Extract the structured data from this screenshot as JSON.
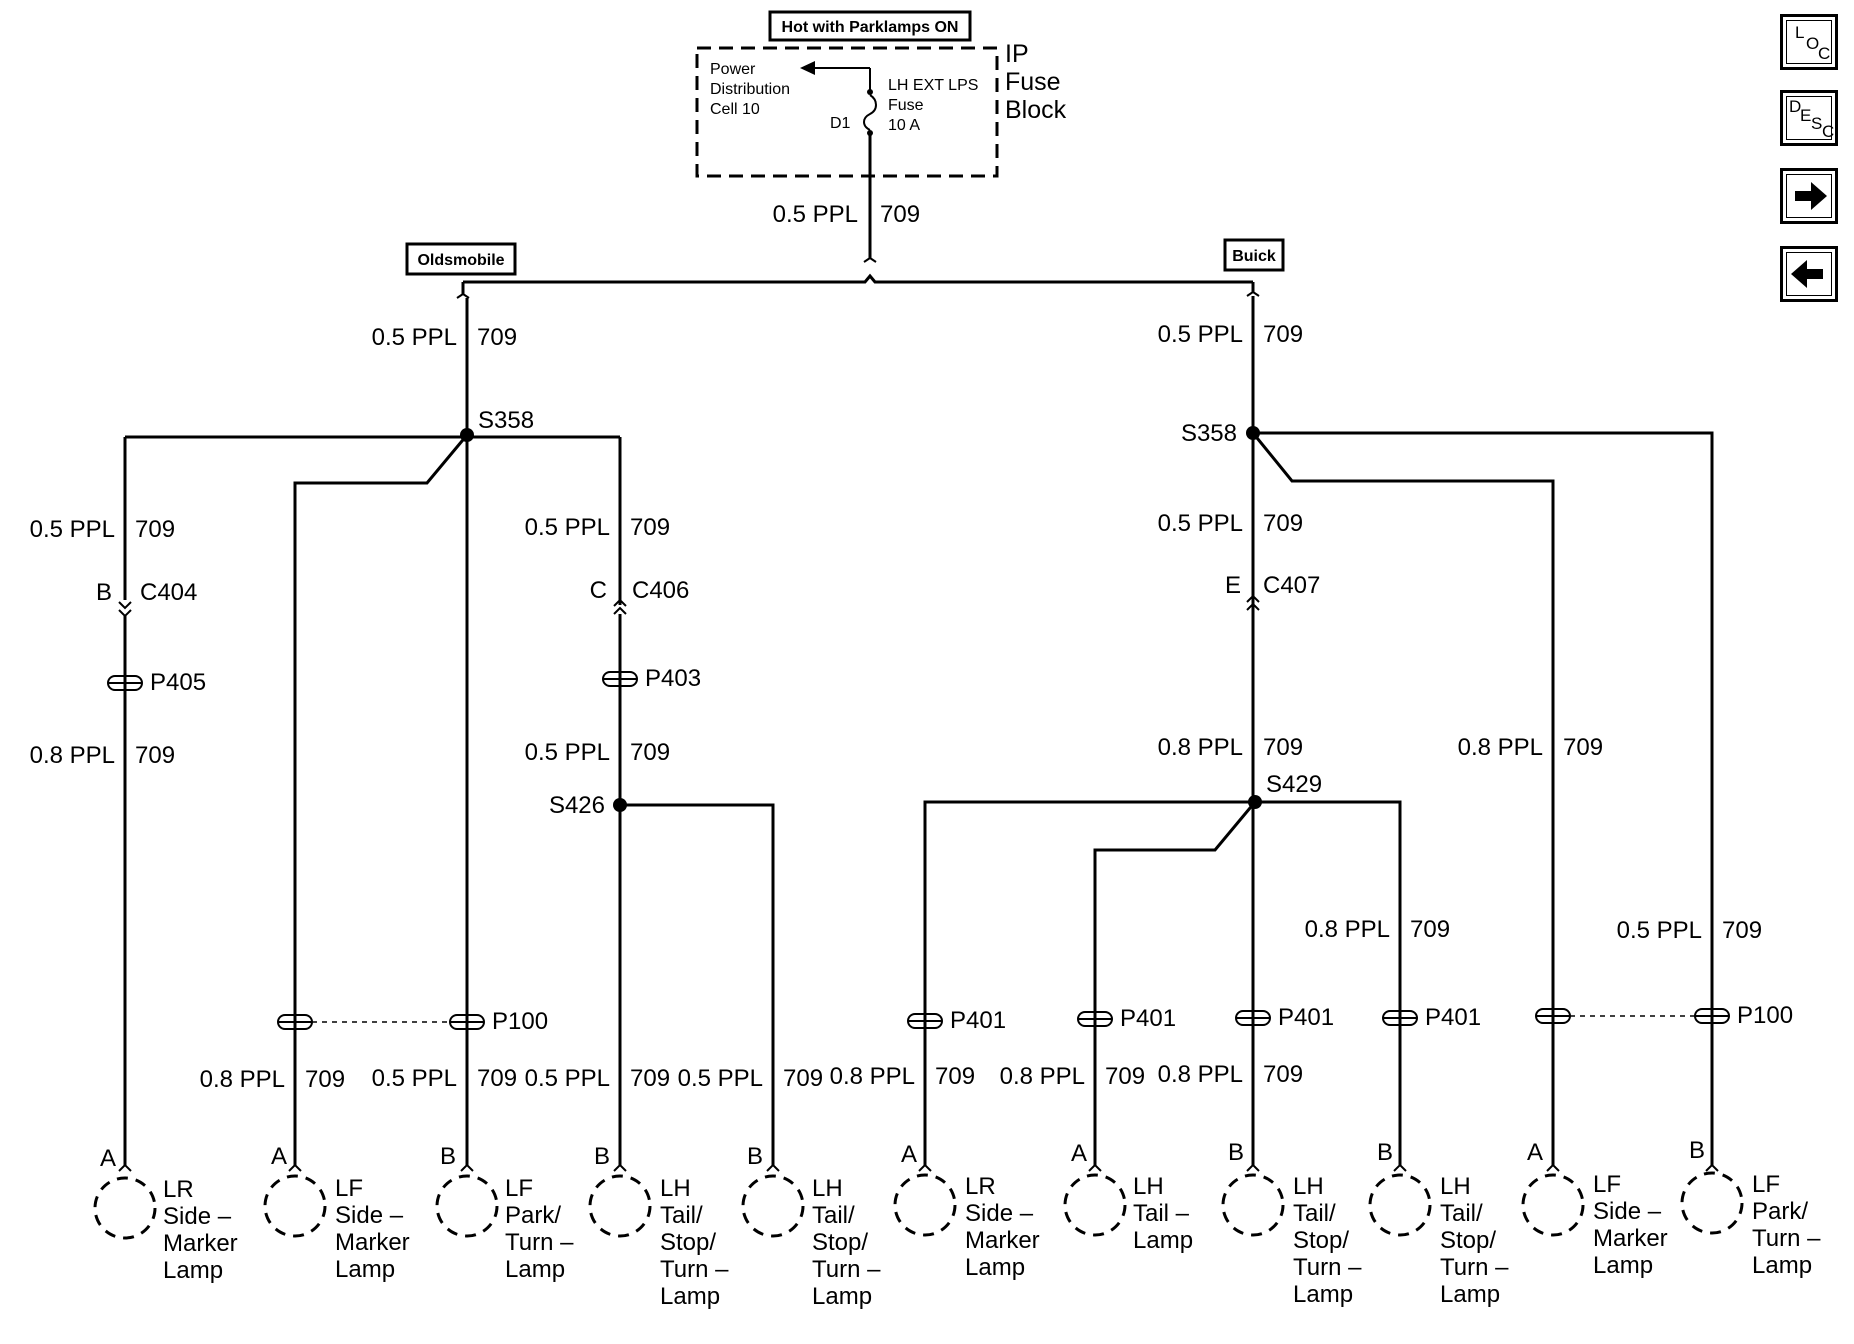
{
  "header_box": "Hot with Parklamps ON",
  "fuse_block": {
    "title": [
      "IP",
      "Fuse",
      "Block"
    ],
    "source": [
      "Power",
      "Distribution",
      "Cell 10"
    ],
    "fuse": [
      "LH EXT LPS",
      "Fuse",
      "10 A"
    ],
    "pin": "D1"
  },
  "top_wire": {
    "gauge": "0.5 PPL",
    "circuit": "709"
  },
  "variants": {
    "left": "Oldsmobile",
    "right": "Buick"
  },
  "splices": {
    "s358_left": "S358",
    "s358_right": "S358",
    "s426": "S426",
    "s429": "S429"
  },
  "connectors": {
    "c404": {
      "pin": "B",
      "name": "C404"
    },
    "c406": {
      "pin": "C",
      "name": "C406"
    },
    "c407": {
      "pin": "E",
      "name": "C407"
    }
  },
  "grommets": {
    "p405": "P405",
    "p403": "P403",
    "p100_left": "P100",
    "p100_right": "P100",
    "p401_1": "P401",
    "p401_2": "P401",
    "p401_3": "P401",
    "p401_4": "P401"
  },
  "wires": {
    "old_main": {
      "gauge": "0.5 PPL",
      "circuit": "709"
    },
    "buick_main": {
      "gauge": "0.5 PPL",
      "circuit": "709"
    },
    "old_lr_upper": {
      "gauge": "0.5 PPL",
      "circuit": "709"
    },
    "old_lr_lower": {
      "gauge": "0.8 PPL",
      "circuit": "709"
    },
    "old_c406_upper": {
      "gauge": "0.5 PPL",
      "circuit": "709"
    },
    "old_c406_lower": {
      "gauge": "0.5 PPL",
      "circuit": "709"
    },
    "buick_c407_upper": {
      "gauge": "0.5 PPL",
      "circuit": "709"
    },
    "buick_c407_lower": {
      "gauge": "0.8 PPL",
      "circuit": "709"
    },
    "buick_lf_side": {
      "gauge": "0.8 PPL",
      "circuit": "709"
    },
    "buick_lf_park": {
      "gauge": "0.5 PPL",
      "circuit": "709"
    },
    "buick_tail_r": {
      "gauge": "0.8 PPL",
      "circuit": "709"
    },
    "bot1": {
      "gauge": "0.8 PPL",
      "circuit": "709"
    },
    "bot2": {
      "gauge": "0.5 PPL",
      "circuit": "709"
    },
    "bot3": {
      "gauge": "0.5 PPL",
      "circuit": "709"
    },
    "bot4": {
      "gauge": "0.5 PPL",
      "circuit": "709"
    },
    "bot5": {
      "gauge": "0.8 PPL",
      "circuit": "709"
    },
    "bot6": {
      "gauge": "0.8 PPL",
      "circuit": "709"
    },
    "bot7": {
      "gauge": "0.8 PPL",
      "circuit": "709"
    }
  },
  "lamps": [
    {
      "pin": "A",
      "label": [
        "LR",
        "Side –",
        "Marker",
        "Lamp"
      ]
    },
    {
      "pin": "A",
      "label": [
        "LF",
        "Side –",
        "Marker",
        "Lamp"
      ]
    },
    {
      "pin": "B",
      "label": [
        "LF",
        "Park/",
        "Turn –",
        "Lamp"
      ]
    },
    {
      "pin": "B",
      "label": [
        "LH",
        "Tail/",
        "Stop/",
        "Turn –",
        "Lamp"
      ]
    },
    {
      "pin": "B",
      "label": [
        "LH",
        "Tail/",
        "Stop/",
        "Turn –",
        "Lamp"
      ]
    },
    {
      "pin": "A",
      "label": [
        "LR",
        "Side –",
        "Marker",
        "Lamp"
      ]
    },
    {
      "pin": "A",
      "label": [
        "LH",
        "Tail –",
        "Lamp"
      ]
    },
    {
      "pin": "B",
      "label": [
        "LH",
        "Tail/",
        "Stop/",
        "Turn –",
        "Lamp"
      ]
    },
    {
      "pin": "B",
      "label": [
        "LH",
        "Tail/",
        "Stop/",
        "Turn –",
        "Lamp"
      ]
    },
    {
      "pin": "A",
      "label": [
        "LF",
        "Side –",
        "Marker",
        "Lamp"
      ]
    },
    {
      "pin": "B",
      "label": [
        "LF",
        "Park/",
        "Turn –",
        "Lamp"
      ]
    }
  ],
  "nav": {
    "loc": [
      "L",
      "O",
      "C"
    ],
    "desc": [
      "D",
      "E",
      "S",
      "C"
    ],
    "forward_icon": "right-arrow-icon",
    "back_icon": "left-arrow-icon"
  }
}
